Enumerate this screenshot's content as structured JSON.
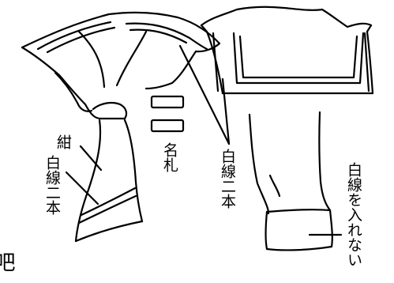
{
  "labels": {
    "navy": "紺",
    "white_two_lines_left": "白線二本",
    "name_tag": "名札",
    "white_two_lines_center": "白線二本",
    "no_white_lines": "白線を入れない",
    "cropped_edge_char": "吧"
  },
  "colors": {
    "line": "#000000",
    "background": "#ffffff"
  }
}
